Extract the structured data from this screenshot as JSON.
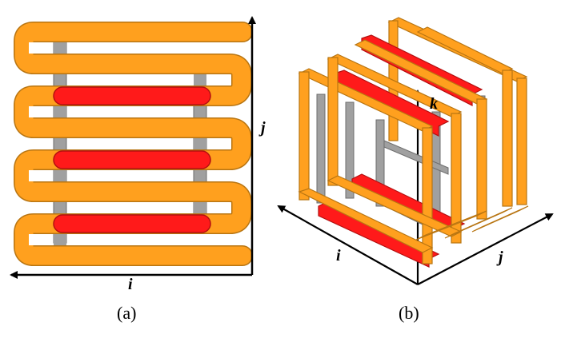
{
  "colors": {
    "orange": "#FFA01E",
    "orange_edge": "#B87512",
    "red": "#FF1A1A",
    "red_edge": "#B31010",
    "gray": "#A0A0A0",
    "gray_edge": "#6E6E6E",
    "axis": "#000000"
  },
  "panel_a": {
    "axis_horizontal_label": "i",
    "axis_vertical_label": "j",
    "caption": "(a)"
  },
  "panel_b": {
    "axis_i_label": "i",
    "axis_j_label": "j",
    "axis_k_label": "k",
    "caption": "(b)"
  }
}
